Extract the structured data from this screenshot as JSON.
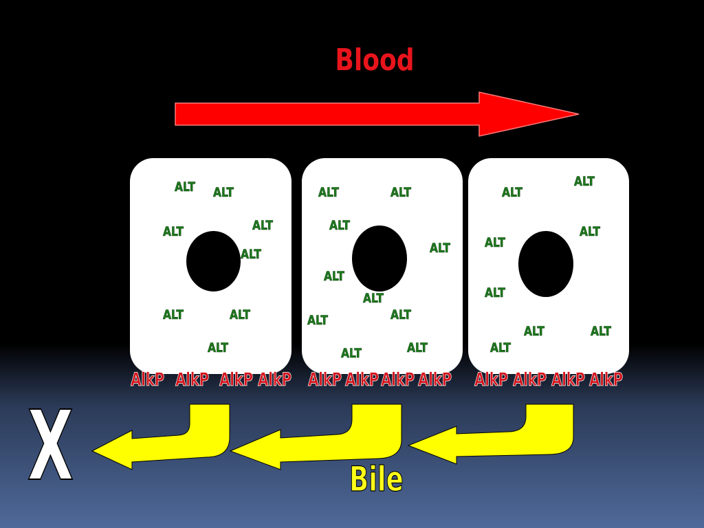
{
  "diagram": {
    "title": "Blood",
    "cell_1": {
      "alt": [
        "ALT",
        "ALT",
        "ALT",
        "ALT",
        "ALT",
        "ALT",
        "ALT",
        "ALT"
      ],
      "alkp": [
        "AlkP",
        "AlkP",
        "AlkP",
        "AlkP"
      ]
    },
    "cell_2": {
      "alt": [
        "ALT",
        "ALT",
        "ALT",
        "ALT",
        "ALT",
        "ALT",
        "ALT",
        "ALT",
        "ALT",
        "ALT"
      ],
      "alkp": [
        "AlkP",
        "AlkP",
        "AlkP",
        "AlkP"
      ]
    },
    "cell_3": {
      "alt": [
        "ALT",
        "ALT",
        "ALT",
        "ALT",
        "ALT",
        "ALT",
        "ALT",
        "ALT"
      ],
      "alkp": [
        "AlkP",
        "AlkP",
        "AlkP",
        "AlkP"
      ]
    },
    "blocked_label": "X",
    "bile_label": "Bile"
  },
  "colors": {
    "blood_arrow": "#ff0000",
    "bile_arrow": "#ffff00",
    "alt_text": "#1e7a1e",
    "alkp_text": "#d4141c",
    "cell": "#ffffff"
  }
}
